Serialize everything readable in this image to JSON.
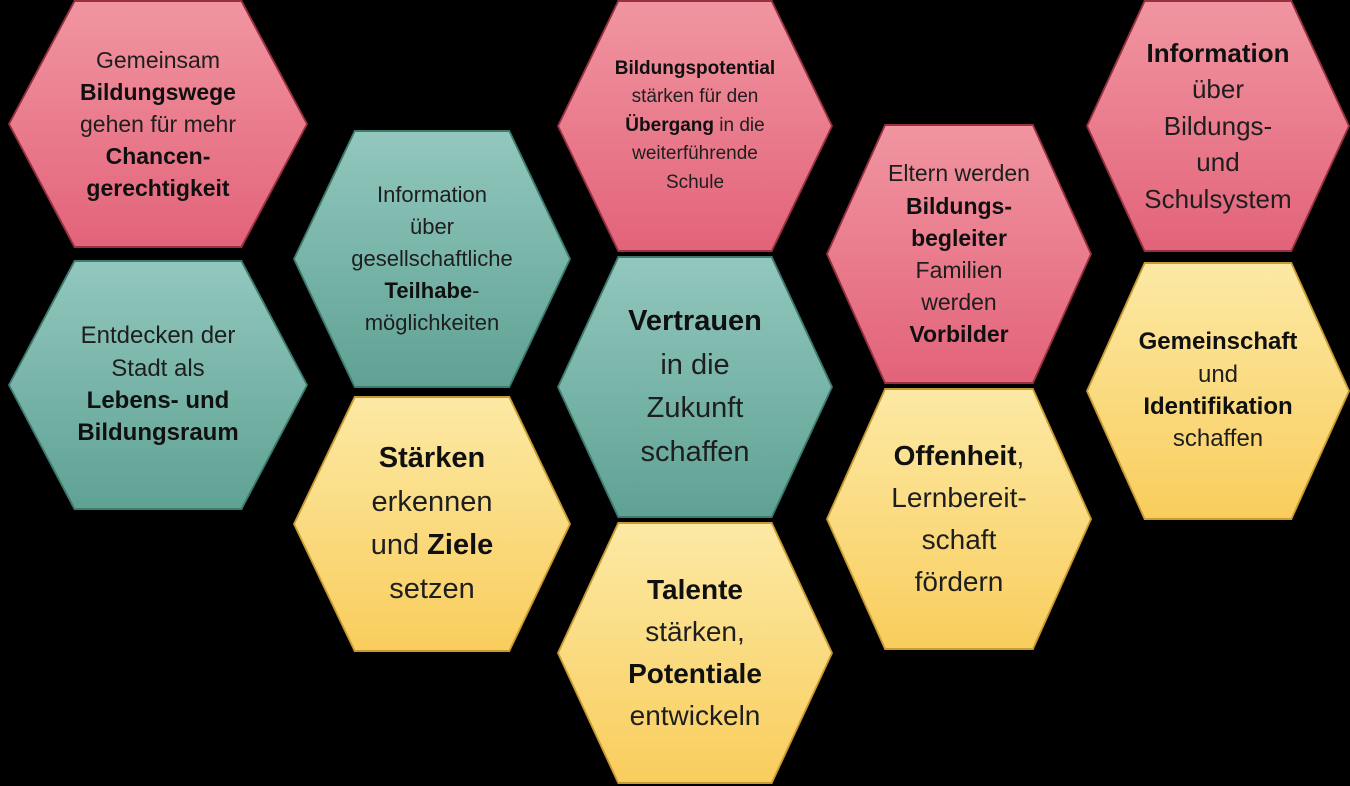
{
  "background": "#000000",
  "palette": {
    "pink": {
      "from": "#F195A1",
      "to": "#E2637A",
      "border": "#97303F"
    },
    "teal": {
      "from": "#92C7BE",
      "to": "#5FA294",
      "border": "#3E7A6E"
    },
    "yellow": {
      "from": "#FCE9A4",
      "to": "#F9CD5D",
      "border": "#C89A33"
    }
  },
  "hexagons": [
    {
      "id": "gemeinsam-bildungswege",
      "color": "pink",
      "lines": [
        "Gemeinsam",
        "**Bildungswege**",
        "gehen für mehr",
        "**Chancen-**",
        "**gerechtigkeit**"
      ]
    },
    {
      "id": "information-teilhabe",
      "color": "teal",
      "lines": [
        "Information",
        "über",
        "gesellschaftliche",
        "**Teilhabe**-",
        "möglichkeiten"
      ]
    },
    {
      "id": "bildungspotential-uebergang",
      "color": "pink",
      "lines": [
        "**Bildungspotential**",
        "stärken für den",
        "**Übergang** in die",
        "weiterführende",
        "Schule"
      ]
    },
    {
      "id": "eltern-bildungsbegleiter",
      "color": "pink",
      "lines": [
        "Eltern werden",
        "**Bildungs-**",
        "**begleiter**",
        "Familien",
        "werden",
        "**Vorbilder**"
      ]
    },
    {
      "id": "information-schulsystem",
      "color": "pink",
      "lines": [
        "**Information**",
        "über",
        "Bildungs-",
        "und",
        "Schulsystem"
      ]
    },
    {
      "id": "entdecken-stadt",
      "color": "teal",
      "lines": [
        "Entdecken der",
        "Stadt als",
        "**Lebens- und**",
        "**Bildungsraum**"
      ]
    },
    {
      "id": "staerken-ziele",
      "color": "yellow",
      "lines": [
        "**Stärken**",
        "erkennen",
        "und **Ziele**",
        "setzen"
      ]
    },
    {
      "id": "vertrauen-zukunft",
      "color": "teal",
      "lines": [
        "**Vertrauen**",
        "in die",
        "Zukunft",
        "schaffen"
      ]
    },
    {
      "id": "talente-potentiale",
      "color": "yellow",
      "lines": [
        "**Talente**",
        "stärken,",
        "**Potentiale**",
        "entwickeln"
      ]
    },
    {
      "id": "offenheit-lernbereitschaft",
      "color": "yellow",
      "lines": [
        "**Offenheit**,",
        "Lernbereit-",
        "schaft",
        "fördern"
      ]
    },
    {
      "id": "gemeinschaft-identifikation",
      "color": "yellow",
      "lines": [
        "**Gemeinschaft**",
        "und",
        "**Identifikation**",
        "schaffen"
      ]
    }
  ]
}
